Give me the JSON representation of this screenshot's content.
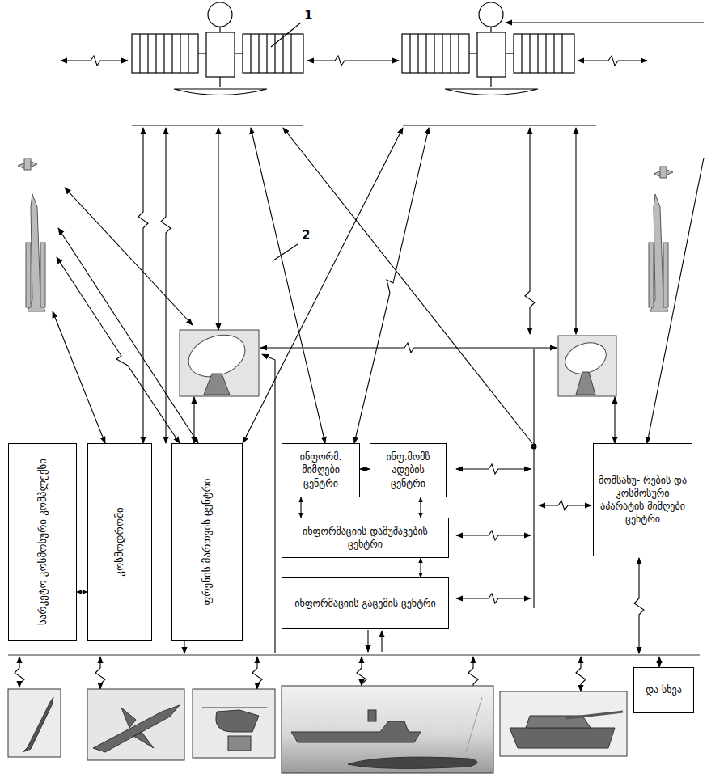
{
  "diagram": {
    "nodes": [
      {
        "text": [
          "სარკეტო კოსმოსური კომპლექსი"
        ]
      },
      {
        "text": [
          "კოსმოდრომი"
        ]
      },
      {
        "text": [
          "ფრენის მართვის ცენტრი"
        ]
      },
      {
        "text": [
          "ინფორმ. მიმღები ცენტრი"
        ]
      },
      {
        "text": [
          "ინფ.მომზ ადების ცენტრი"
        ]
      },
      {
        "text": [
          "ინფორმაციის დამუშავების ცენტრი"
        ]
      },
      {
        "text": [
          "ინფორმაციის გაცემის ცენტრი"
        ]
      },
      {
        "text": [
          "მომსახუ- რების და კოსმოსური აპარატის მიმღები ცენტრი"
        ]
      },
      {
        "text": [
          "და სხვა"
        ]
      }
    ],
    "edges": [
      {
        "from": 0,
        "to": 1,
        "arrow": "both"
      },
      {
        "from": 3,
        "to": 4,
        "arrow": "both"
      },
      {
        "from": 3,
        "to": 5,
        "arrow": "both"
      },
      {
        "from": 4,
        "to": 5,
        "arrow": "both"
      },
      {
        "from": 5,
        "to": 6,
        "arrow": "both"
      }
    ],
    "labels": [
      "1",
      "2"
    ]
  }
}
